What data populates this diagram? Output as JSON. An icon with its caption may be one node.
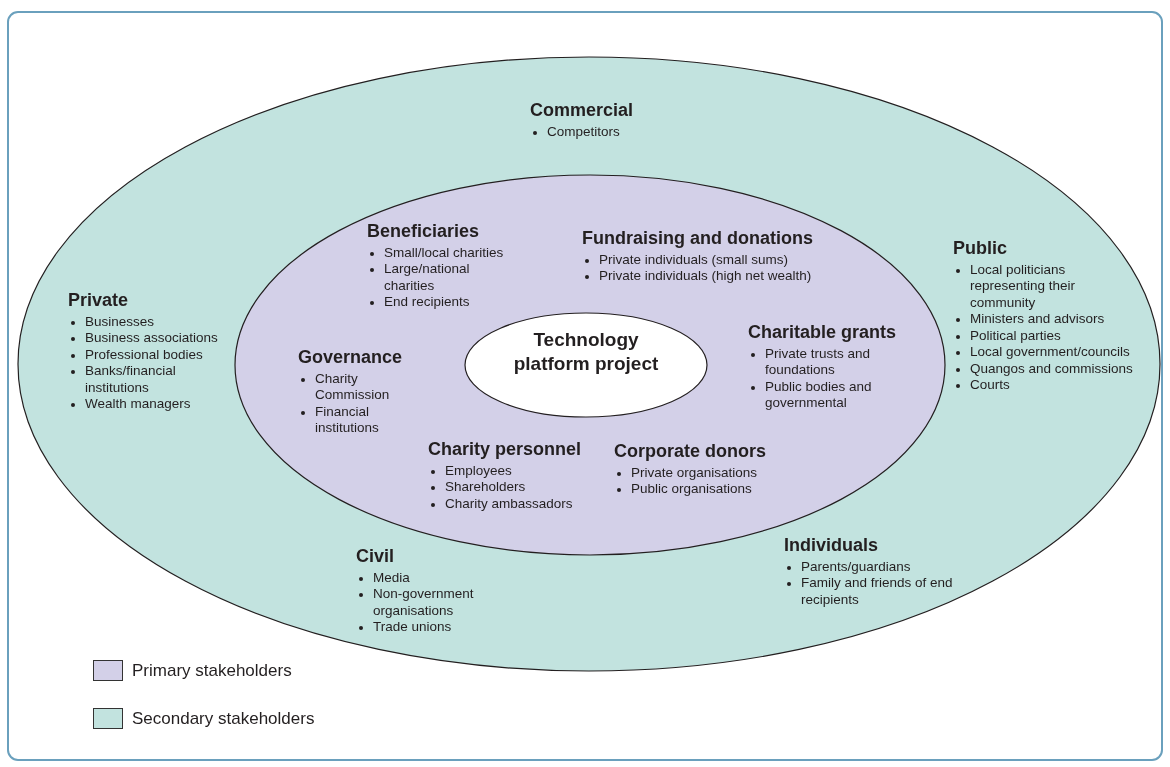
{
  "diagram": {
    "nodes": [
      {
        "text": [],
        "shape": "ellipse"
      },
      {
        "text": [],
        "shape": "ellipse",
        "in": 0
      },
      {
        "text": [
          "Technology platform project"
        ],
        "in": 1
      }
    ],
    "edges": [],
    "labels": [
      "Commercial",
      "Competitors",
      "Beneficiaries",
      "Small/local charities",
      "Large/national charities",
      "End recipients",
      "Fundraising and donations",
      "Private individuals (small sums)",
      "Private individuals (high net wealth)",
      "Public",
      "Local politicians representing their community",
      "Ministers and advisors",
      "Political parties",
      "Local government/councils",
      "Quangos and commissions",
      "Courts",
      "Private",
      "Businesses",
      "Business associations",
      "Professional bodies",
      "Banks/financial institutions",
      "Wealth managers",
      "Charitable grants",
      "Private trusts and foundations",
      "Public bodies and governmental",
      "Governance",
      "Charity Commission",
      "Financial institutions",
      "Charity personnel",
      "Employees",
      "Shareholders",
      "Charity ambassadors",
      "Corporate donors",
      "Private organisations",
      "Public organisations",
      "Individuals",
      "Parents/guardians",
      "Family and friends of end recipients",
      "Civil",
      "Media",
      "Non-government organisations",
      "Trade unions"
    ],
    "legend": [
      {
        "text": "Primary stakeholders",
        "color": "#d3d0e8"
      },
      {
        "text": "Secondary stakeholders",
        "color": "#c2e3df"
      }
    ]
  }
}
